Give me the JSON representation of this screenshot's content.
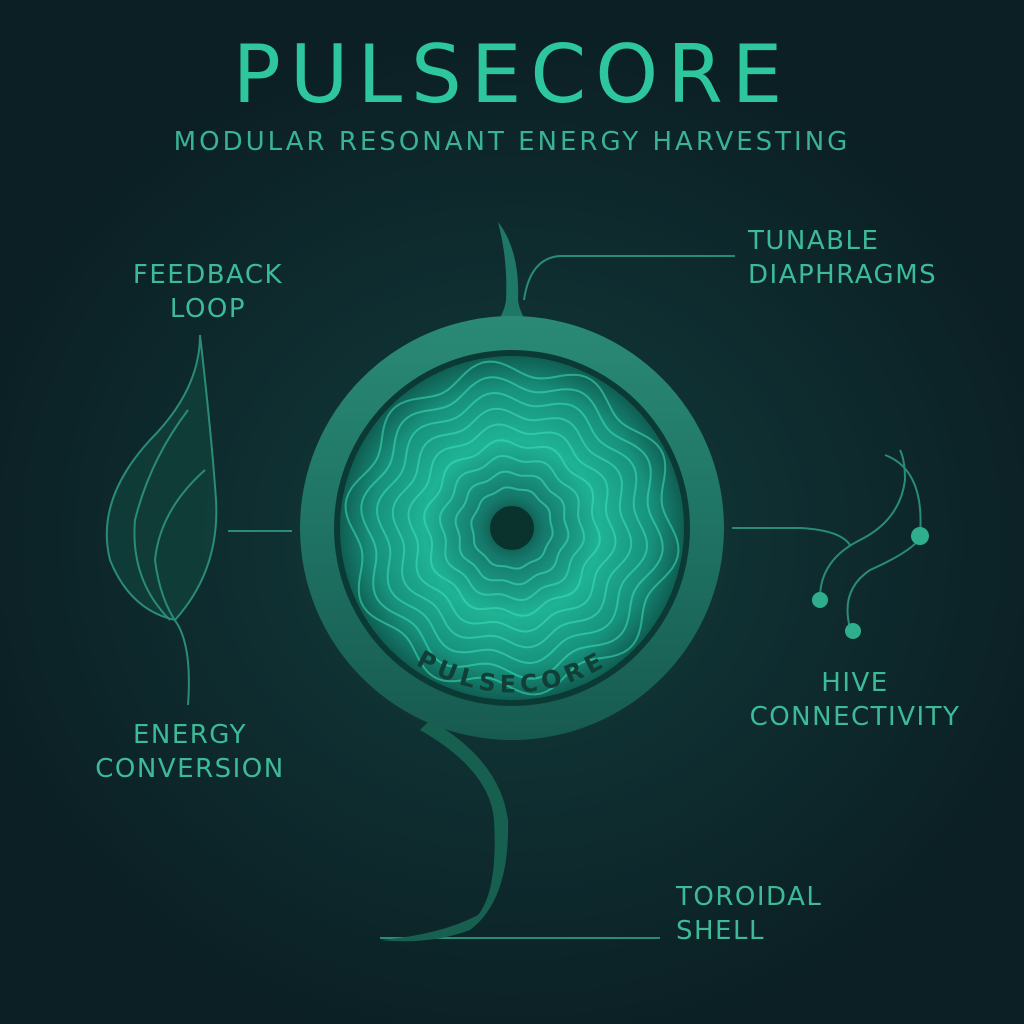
{
  "title": "PULSECORE",
  "subtitle": "MODULAR RESONANT ENERGY HARVESTING",
  "ring_engraving": "PULSECORE",
  "labels": {
    "feedback_loop": [
      "FEEDBACK",
      "LOOP"
    ],
    "tunable_diaphragms": [
      "TUNABLE",
      "DIAPHRAGMS"
    ],
    "hive_connectivity": [
      "HIVE",
      "CONNECTIVITY"
    ],
    "energy_conversion": [
      "ENERGY",
      "CONVERSION"
    ],
    "toroidal_shell": [
      "TOROIDAL",
      "SHELL"
    ]
  },
  "colors": {
    "background": "#0c2126",
    "accent": "#2ec79d",
    "ring": "#1f6e5f",
    "core_glow": "#1ec9a3",
    "line": "#2a8c76"
  }
}
